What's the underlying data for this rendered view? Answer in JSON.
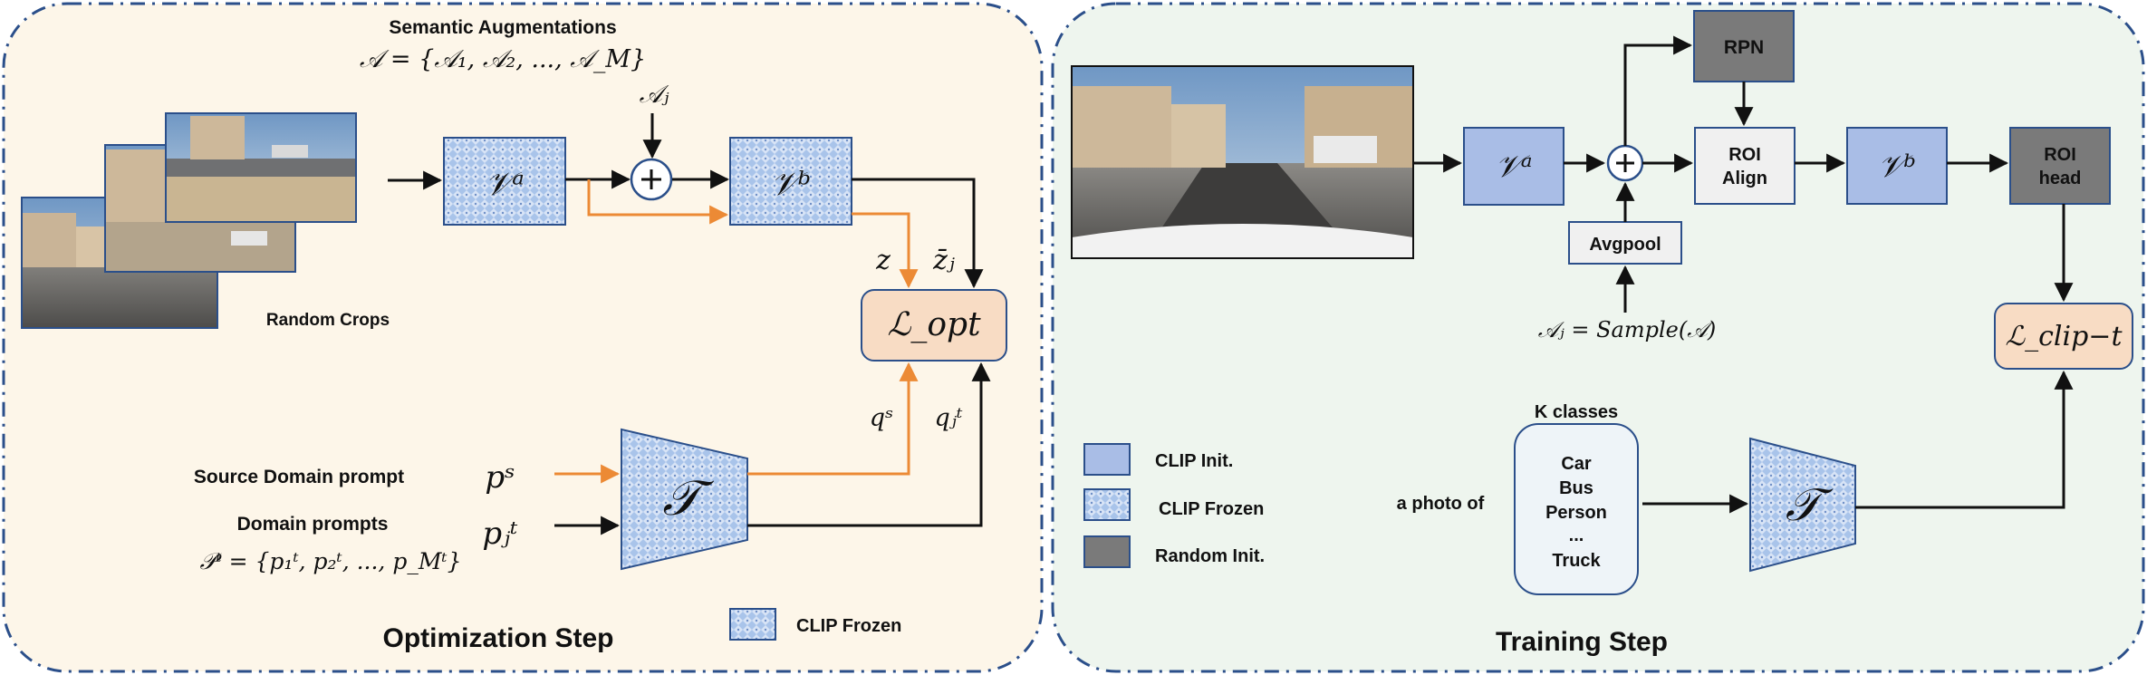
{
  "left": {
    "title": "Optimization Step",
    "aug_title": "Semantic Augmentations",
    "aug_formula": "𝒜 = {𝒜₁, 𝒜₂, ..., 𝒜_M}",
    "aj": "𝒜ⱼ",
    "random_crops": "Random Crops",
    "va": "𝒱ᵃ",
    "vb": "𝒱ᵇ",
    "z": "z",
    "zbar": "z̄ⱼ",
    "loss": "ℒ_opt",
    "qs": "qˢ",
    "qt": "qⱼᵗ",
    "source_prompt": "Source Domain prompt",
    "ps": "pˢ",
    "domain_prompts": "Domain prompts",
    "pt_formula": "𝒫ᵗ = {p₁ᵗ, p₂ᵗ, ..., p_Mᵗ}",
    "pjt": "pⱼᵗ",
    "text_encoder": "𝒯",
    "legend_frozen": "CLIP Frozen"
  },
  "right": {
    "title": "Training Step",
    "va": "𝒱ᵃ",
    "vb": "𝒱ᵇ",
    "rpn": "RPN",
    "roi_align_1": "ROI",
    "roi_align_2": "Align",
    "roi_head_1": "ROI",
    "roi_head_2": "head",
    "avgpool": "Avgpool",
    "sample": "𝒜ⱼ = Sample(𝒜)",
    "loss": "ℒ_clip−t",
    "k_classes": "K classes",
    "classes": [
      "Car",
      "Bus",
      "Person",
      "...",
      "Truck"
    ],
    "a_photo_of": "a photo of",
    "text_encoder": "𝒯",
    "legend": [
      {
        "label": "CLIP Init.",
        "kind": "init"
      },
      {
        "label": "CLIP Frozen",
        "kind": "frozen"
      },
      {
        "label": "Random Init.",
        "kind": "random"
      }
    ]
  },
  "colors": {
    "left_panel_bg": "#fdf6e9",
    "right_panel_bg": "#eef5ee",
    "panel_border": "#2b4f8a",
    "clip_init": "#a9bde6",
    "clip_frozen": "#a9c4ea",
    "random_init": "#7a7a7a",
    "loss_fill": "#f8dcc4",
    "orange_arrow": "#ec8a35",
    "arrow": "#111111"
  }
}
